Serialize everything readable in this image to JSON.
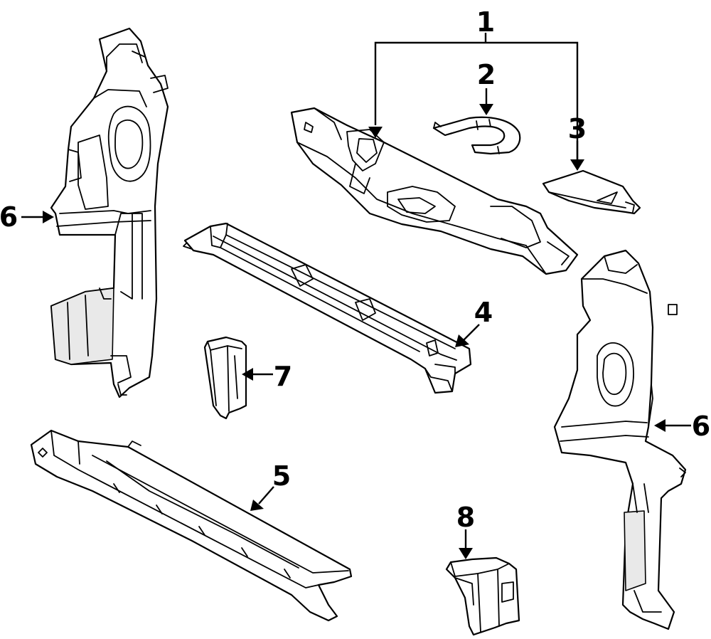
{
  "callouts": [
    {
      "id": "1",
      "text": "1"
    },
    {
      "id": "2",
      "text": "2"
    },
    {
      "id": "3",
      "text": "3"
    },
    {
      "id": "4",
      "text": "4"
    },
    {
      "id": "5",
      "text": "5"
    },
    {
      "id": "6-left",
      "text": "6"
    },
    {
      "id": "6-right",
      "text": "6"
    },
    {
      "id": "7",
      "text": "7"
    },
    {
      "id": "8",
      "text": "8"
    }
  ],
  "colors": {
    "line": "#000000",
    "background": "#ffffff",
    "shade": "#e9e9e9"
  }
}
